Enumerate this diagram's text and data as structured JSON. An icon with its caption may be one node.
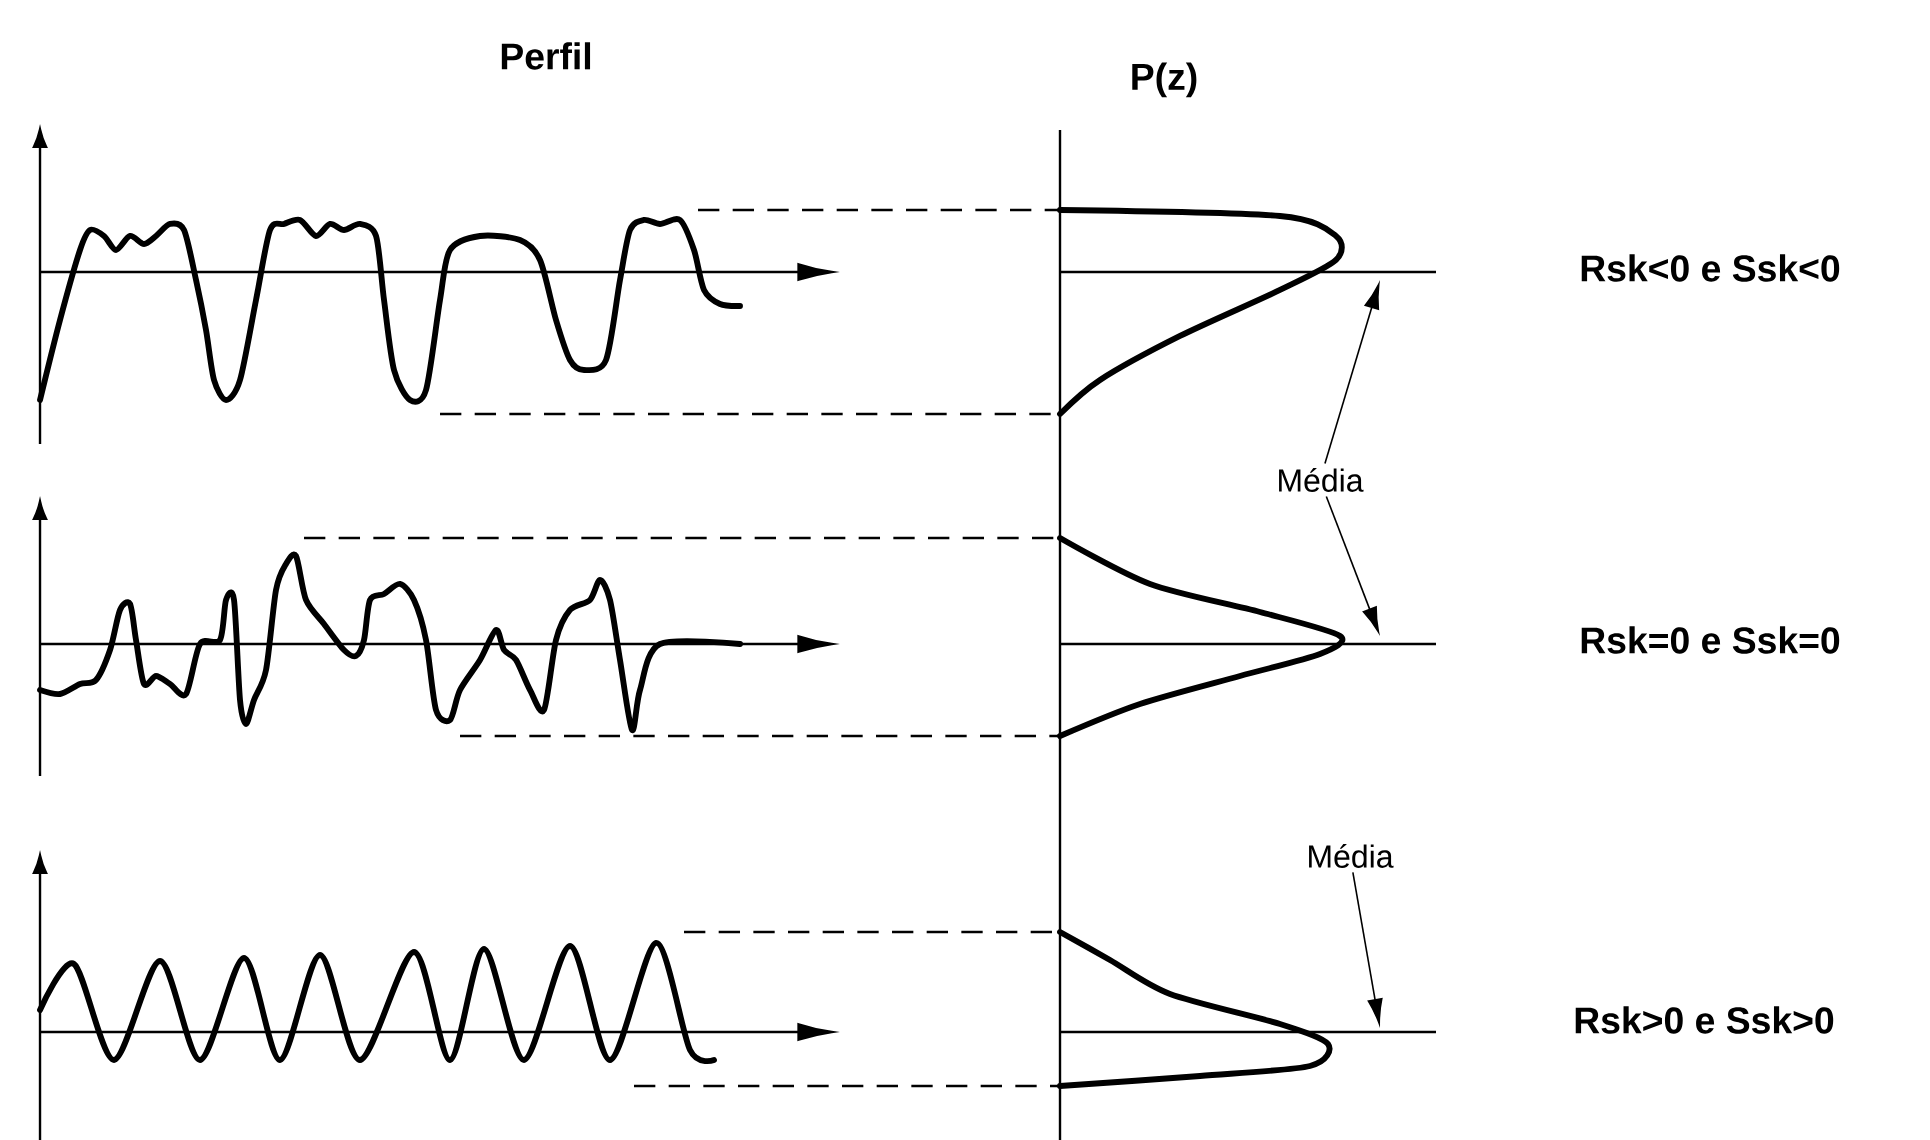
{
  "diagram": {
    "nodes": [
      {
        "text": [
          "Média"
        ]
      },
      {
        "text": [
          "Média"
        ]
      }
    ],
    "edges": [
      {
        "from": 0,
        "to": null,
        "arrow": "to"
      },
      {
        "from": 0,
        "to": null,
        "arrow": "to"
      },
      {
        "from": 1,
        "to": null,
        "arrow": "to"
      }
    ],
    "labels": [
      "Perfil",
      "P(z)",
      "Rsk<0 e Ssk<0",
      "Rsk=0 e Ssk=0",
      "Rsk>0 e Ssk>0"
    ]
  }
}
